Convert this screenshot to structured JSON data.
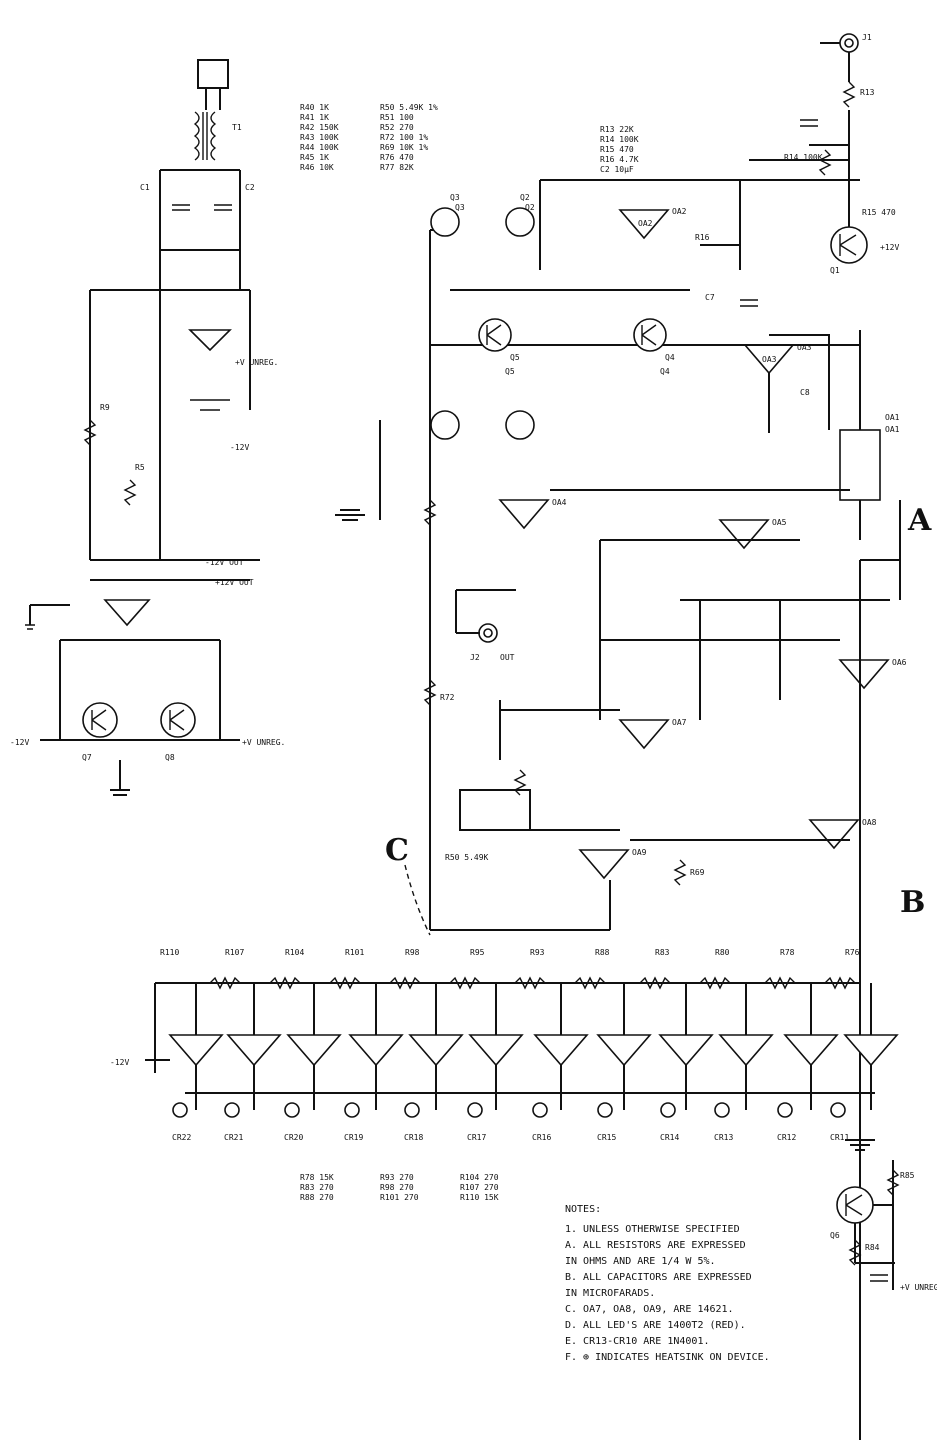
{
  "markers": {
    "A": "A",
    "B": "B",
    "C": "C"
  },
  "connectors": {
    "j1": "J1",
    "j2": "J2",
    "j2_label": "OUT"
  },
  "power": {
    "plus12": "+12V",
    "minus12": "-12V",
    "unreg": "+V UNREG.",
    "transformer": "T1",
    "out_plus": "+12V OUT",
    "out_minus": "-12V OUT"
  },
  "transistors": [
    "Q1",
    "Q2",
    "Q3",
    "Q4",
    "Q5",
    "Q6"
  ],
  "opamps": [
    "OA1",
    "OA2",
    "OA3",
    "OA4",
    "OA5",
    "OA6",
    "OA7",
    "OA8",
    "OA9"
  ],
  "passives": {
    "input": [
      "R13 22K",
      "R14 100K",
      "R15 470",
      "R16 4.7K",
      "C2 10μF"
    ],
    "middle": [
      "R40 1K",
      "R41 1K",
      "R42 150K",
      "R43 100K",
      "R44 100K",
      "R45 1K",
      "R46 10K",
      "R50 5.49K 1%",
      "R51 100",
      "R52 270",
      "R72 100 1%",
      "R69 10K 1%",
      "R76 470",
      "R77 82K"
    ],
    "ladder": [
      "R78 15K",
      "R83 270",
      "R88 270",
      "R93 270",
      "R98 270",
      "R101 270",
      "R104 270",
      "R107 270",
      "R110 15K"
    ]
  },
  "leds": [
    "CR11",
    "CR12",
    "CR13",
    "CR14",
    "CR15",
    "CR16",
    "CR17",
    "CR18",
    "CR19",
    "CR20",
    "CR21",
    "CR22"
  ],
  "notes": {
    "heading": "NOTES:",
    "lines": [
      "1.  UNLESS OTHERWISE SPECIFIED",
      "A.  ALL RESISTORS ARE EXPRESSED",
      "    IN OHMS AND ARE 1/4 W 5%.",
      "B.  ALL CAPACITORS ARE EXPRESSED",
      "    IN MICROFARADS.",
      "C.  OA7, OA8, OA9, ARE 14621.",
      "D.  ALL LED'S ARE 1400T2 (RED).",
      "E.  CR13-CR10 ARE 1N4001.",
      "F.  ⊕ INDICATES HEATSINK ON DEVICE."
    ]
  }
}
